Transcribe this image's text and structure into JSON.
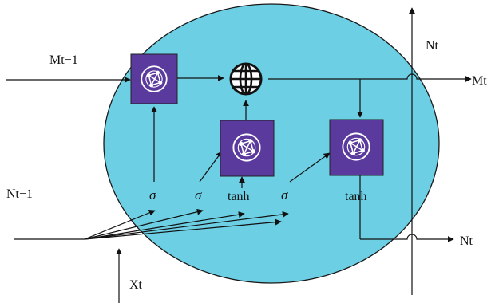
{
  "colors": {
    "cell_fill": "#6ccfe4",
    "cell_stroke": "#1a1a1a",
    "unit_fill": "#5b3a9e",
    "unit_stroke": "#222222",
    "unit_icon": "#ffffff",
    "line": "#111111"
  },
  "labels": {
    "m_prev": "Mt−1",
    "n_prev": "Nt−1",
    "x_t": "Xt",
    "n_t_top": "Nt",
    "m_t_out": "Mt",
    "n_t_out": "Nt",
    "sigma_1": "σ",
    "sigma_2": "σ",
    "tanh_1": "tanh",
    "sigma_3": "σ",
    "tanh_2": "tanh"
  },
  "icons": {
    "gate_unit": "network-node-icon",
    "merge_op": "globe-icon"
  }
}
